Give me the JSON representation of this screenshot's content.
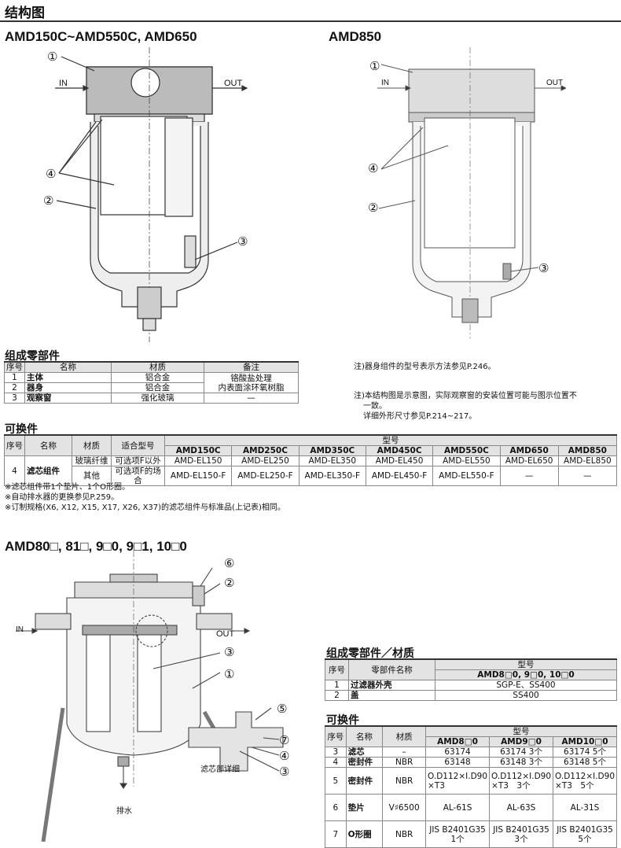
{
  "page_title": "结构图",
  "diagrams": {
    "d1": {
      "title": "AMD150C~AMD550C, AMD650",
      "in": "IN",
      "out": "OUT",
      "callouts": [
        "①",
        "②",
        "③",
        "④"
      ]
    },
    "d2": {
      "title": "AMD850",
      "in": "IN",
      "out": "OUT",
      "callouts": [
        "①",
        "②",
        "③",
        "④"
      ]
    },
    "d3": {
      "title": "AMD80□, 81□, 9□0, 9□1, 10□0",
      "in": "IN",
      "out": "OUT",
      "detail_label": "滤芯部详细",
      "drain_label": "排水",
      "callouts": [
        "①",
        "②",
        "③",
        "④",
        "⑤",
        "⑥",
        "⑦"
      ]
    }
  },
  "parts1": {
    "title": "组成零部件",
    "headers": [
      "序号",
      "名称",
      "材质",
      "备注"
    ],
    "rows": [
      [
        "1",
        "主体",
        "铝合金"
      ],
      [
        "2",
        "器身",
        "铝合金"
      ],
      [
        "3",
        "观察窗",
        "强化玻璃",
        "—"
      ]
    ],
    "remark_merged": "铬酸盐处理\n内表面涂环氧树脂"
  },
  "notes_right": [
    "注)器身组件的型号表示方法参见P.246。",
    "注)本结构图是示意图，实际观察窗的安装位置可能与图示位置不",
    "一致。",
    "详细外形尺寸参见P.214~217。"
  ],
  "replace1": {
    "title": "可换件",
    "headers": [
      "序号",
      "名称",
      "材质",
      "适合型号",
      "型号"
    ],
    "models": [
      "AMD150C",
      "AMD250C",
      "AMD350C",
      "AMD450C",
      "AMD550C",
      "AMD650",
      "AMD850"
    ],
    "no": "4",
    "name": "滤芯组件",
    "material": [
      "玻璃纤维",
      "其他"
    ],
    "rows": [
      {
        "applies": "可选项F以外",
        "values": [
          "AMD-EL150",
          "AMD-EL250",
          "AMD-EL350",
          "AMD-EL450",
          "AMD-EL550",
          "AMD-EL650",
          "AMD-EL850"
        ]
      },
      {
        "applies": "可选项F的场合",
        "values": [
          "AMD-EL150-F",
          "AMD-EL250-F",
          "AMD-EL350-F",
          "AMD-EL450-F",
          "AMD-EL550-F",
          "—",
          "—"
        ]
      }
    ],
    "footnotes": [
      "※滤芯组件带1个垫片、1个O形圈。",
      "※自动排水器的更换参见P.259。",
      "※订制规格(X6, X12, X15, X17, X26, X37)的滤芯组件与标准品(上记表)相同。"
    ]
  },
  "parts2": {
    "title": "组成零部件／材质",
    "headers": [
      "序号",
      "零部件名称",
      "型号"
    ],
    "model": "AMD8□0, 9□0, 10□0",
    "rows": [
      [
        "1",
        "过滤器外壳",
        "SGP-E、SS400"
      ],
      [
        "2",
        "盖",
        "SS400"
      ]
    ]
  },
  "replace2": {
    "title": "可换件",
    "headers": [
      "序号",
      "名称",
      "材质",
      "型号"
    ],
    "models": [
      "AMD8□0",
      "AMD9□0",
      "AMD10□0"
    ],
    "rows": [
      [
        "3",
        "滤芯",
        "–",
        "63174",
        "63174 3个",
        "63174 5个"
      ],
      [
        "4",
        "密封件",
        "NBR",
        "63148",
        "63148 3个",
        "63148 5个"
      ],
      [
        "5",
        "密封件",
        "NBR",
        "O.D112×I.D90 ×T3",
        "O.D112×I.D90 ×T3　3个",
        "O.D112×I.D90 ×T3　5个"
      ],
      [
        "6",
        "垫片",
        "V♯6500",
        "AL-61S",
        "AL-63S",
        "AL-31S"
      ],
      [
        "7",
        "O形圈",
        "NBR",
        "JIS B2401G35 1个",
        "JIS B2401G35 3个",
        "JIS B2401G35 5个"
      ]
    ]
  }
}
